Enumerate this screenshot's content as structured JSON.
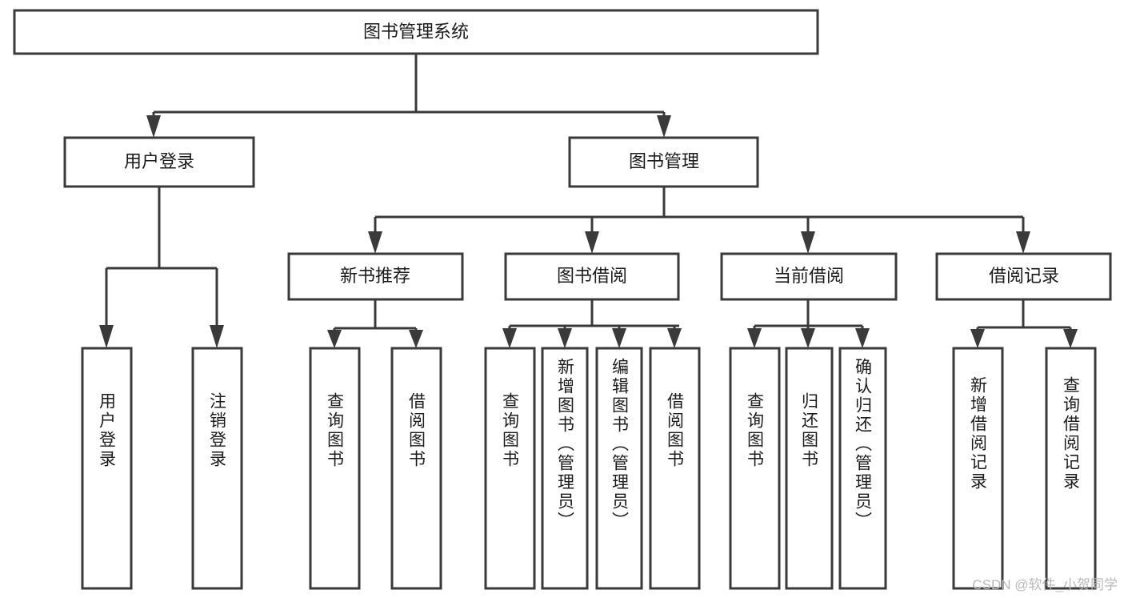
{
  "diagram": {
    "type": "tree-hierarchy",
    "title": "图书管理系统",
    "orientation": "top-down",
    "style": {
      "box_fill": "#ffffff",
      "box_stroke": "#3a3a3a",
      "text_color": "#1b1b1b",
      "background": "#ffffff"
    },
    "levels": [
      {
        "level": 1,
        "nodes": [
          {
            "id": "root",
            "label": "图书管理系统",
            "text_orientation": "horizontal"
          }
        ]
      },
      {
        "level": 2,
        "nodes": [
          {
            "id": "login",
            "label": "用户登录",
            "text_orientation": "horizontal",
            "parent": "root"
          },
          {
            "id": "bookmgmt",
            "label": "图书管理",
            "text_orientation": "horizontal",
            "parent": "root"
          }
        ]
      },
      {
        "level": 3,
        "nodes": [
          {
            "id": "newbook",
            "label": "新书推荐",
            "text_orientation": "horizontal",
            "parent": "bookmgmt"
          },
          {
            "id": "borrow",
            "label": "图书借阅",
            "text_orientation": "horizontal",
            "parent": "bookmgmt"
          },
          {
            "id": "current",
            "label": "当前借阅",
            "text_orientation": "horizontal",
            "parent": "bookmgmt"
          },
          {
            "id": "records",
            "label": "借阅记录",
            "text_orientation": "horizontal",
            "parent": "bookmgmt"
          }
        ]
      },
      {
        "level": 4,
        "nodes": [
          {
            "id": "leaf-login-1",
            "label": "用户登录",
            "text_orientation": "vertical",
            "parent": "login"
          },
          {
            "id": "leaf-login-2",
            "label": "注销登录",
            "text_orientation": "vertical",
            "parent": "login"
          },
          {
            "id": "leaf-newbook-1",
            "label": "查询图书",
            "text_orientation": "vertical",
            "parent": "newbook"
          },
          {
            "id": "leaf-newbook-2",
            "label": "借阅图书",
            "text_orientation": "vertical",
            "parent": "newbook"
          },
          {
            "id": "leaf-borrow-1",
            "label": "查询图书",
            "text_orientation": "vertical",
            "parent": "borrow"
          },
          {
            "id": "leaf-borrow-2",
            "label": "新增图书（管理员）",
            "text_orientation": "vertical",
            "parent": "borrow"
          },
          {
            "id": "leaf-borrow-3",
            "label": "编辑图书（管理员）",
            "text_orientation": "vertical",
            "parent": "borrow"
          },
          {
            "id": "leaf-borrow-4",
            "label": "借阅图书",
            "text_orientation": "vertical",
            "parent": "borrow"
          },
          {
            "id": "leaf-current-1",
            "label": "查询图书",
            "text_orientation": "vertical",
            "parent": "current"
          },
          {
            "id": "leaf-current-2",
            "label": "归还图书",
            "text_orientation": "vertical",
            "parent": "current"
          },
          {
            "id": "leaf-current-3",
            "label": "确认归还（管理员）",
            "text_orientation": "vertical",
            "parent": "current"
          },
          {
            "id": "leaf-records-1",
            "label": "新增借阅记录",
            "text_orientation": "vertical",
            "parent": "records"
          },
          {
            "id": "leaf-records-2",
            "label": "查询借阅记录",
            "text_orientation": "vertical",
            "parent": "records"
          }
        ]
      }
    ]
  },
  "watermark": {
    "text": "CSDN @软件_小贺同学",
    "color": "#b9b9b9"
  }
}
